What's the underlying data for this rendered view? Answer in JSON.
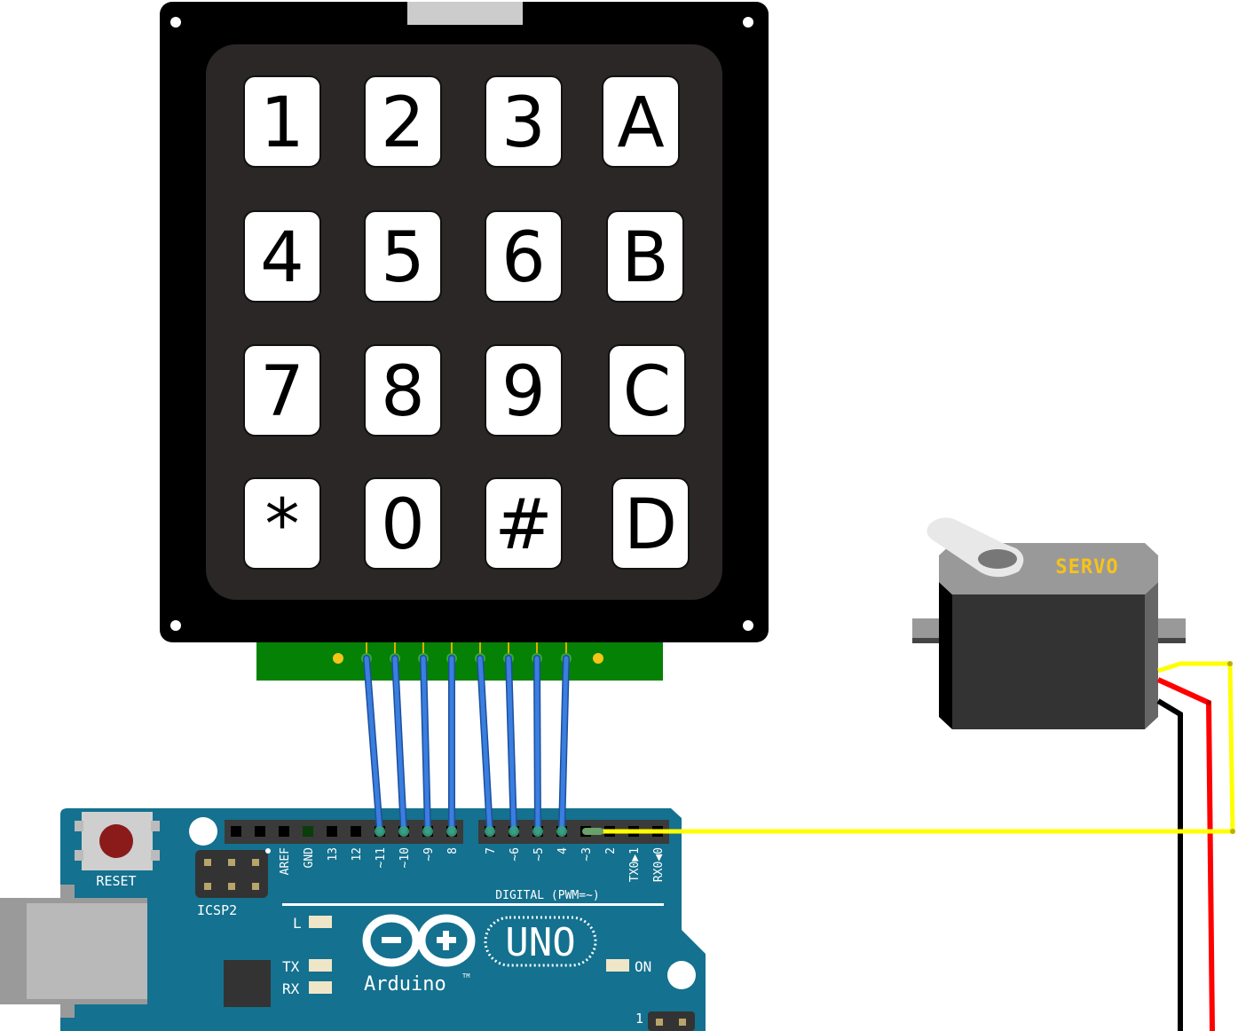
{
  "keypad": {
    "keys": [
      [
        "1",
        "2",
        "3",
        "A"
      ],
      [
        "4",
        "5",
        "6",
        "B"
      ],
      [
        "7",
        "8",
        "9",
        "C"
      ],
      [
        "*",
        "0",
        "#",
        "D"
      ]
    ]
  },
  "arduino": {
    "reset_label": "RESET",
    "icsp_label": "ICSP2",
    "header1_pins": [
      "AREF",
      "GND",
      "13",
      "12",
      "~11",
      "~10",
      "~9",
      "8"
    ],
    "header2_pins": [
      "7",
      "~6",
      "~5",
      "4",
      "~3",
      "2",
      "TX0▶1",
      "RX0◀0"
    ],
    "digital_label": "DIGITAL (PWM=~)",
    "led_l": "L",
    "led_tx": "TX",
    "led_rx": "RX",
    "led_on": "ON",
    "brand": "Arduino",
    "tm": "TM",
    "model": "UNO",
    "pin1_label": "1"
  },
  "servo": {
    "label": "SERVO"
  },
  "colors": {
    "board": "#14718f",
    "keypad_wire": "#2f6fd0",
    "signal_wire": "#ffff00",
    "power_wire": "#ff0000",
    "ground_wire": "#000000",
    "servo_label": "#f7c21a"
  }
}
